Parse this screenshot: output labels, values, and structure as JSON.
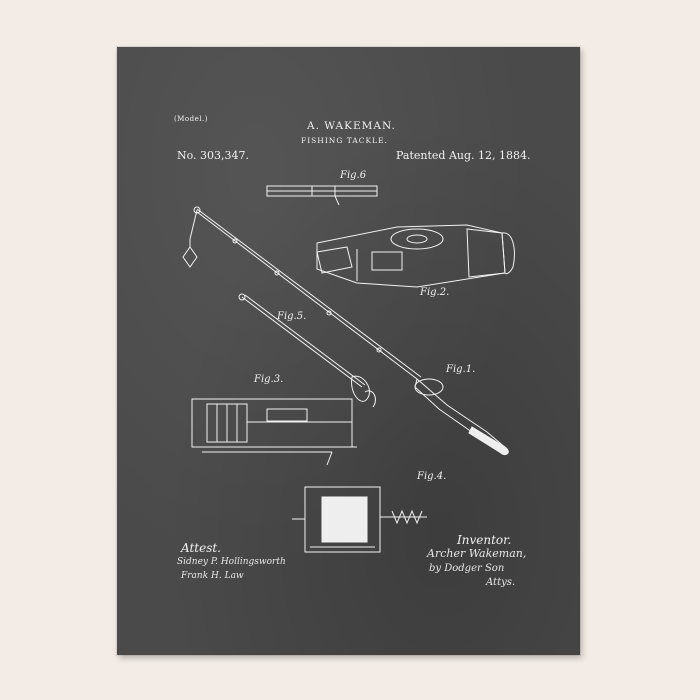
{
  "patent": {
    "model_label": "(Model.)",
    "inventor_name": "A. WAKEMAN.",
    "title": "FISHING TACKLE.",
    "number": "No. 303,347.",
    "date": "Patented Aug. 12, 1884."
  },
  "figures": {
    "fig6": "Fig.6",
    "fig2": "Fig.2.",
    "fig5": "Fig.5.",
    "fig1": "Fig.1.",
    "fig3": "Fig.3.",
    "fig4": "Fig.4."
  },
  "signatures": {
    "attest_label": "Attest.",
    "witness_1": "Sidney P. Hollingsworth",
    "witness_2": "Frank H. Law",
    "inventor_label": "Inventor.",
    "inventor_signature": "Archer Wakeman,",
    "attorney_by": "by Dodger Son",
    "attorney_label": "Attys."
  },
  "colors": {
    "background": "#f3ece6",
    "poster": "#4a4a4a",
    "ink": "#f2f2f2"
  }
}
